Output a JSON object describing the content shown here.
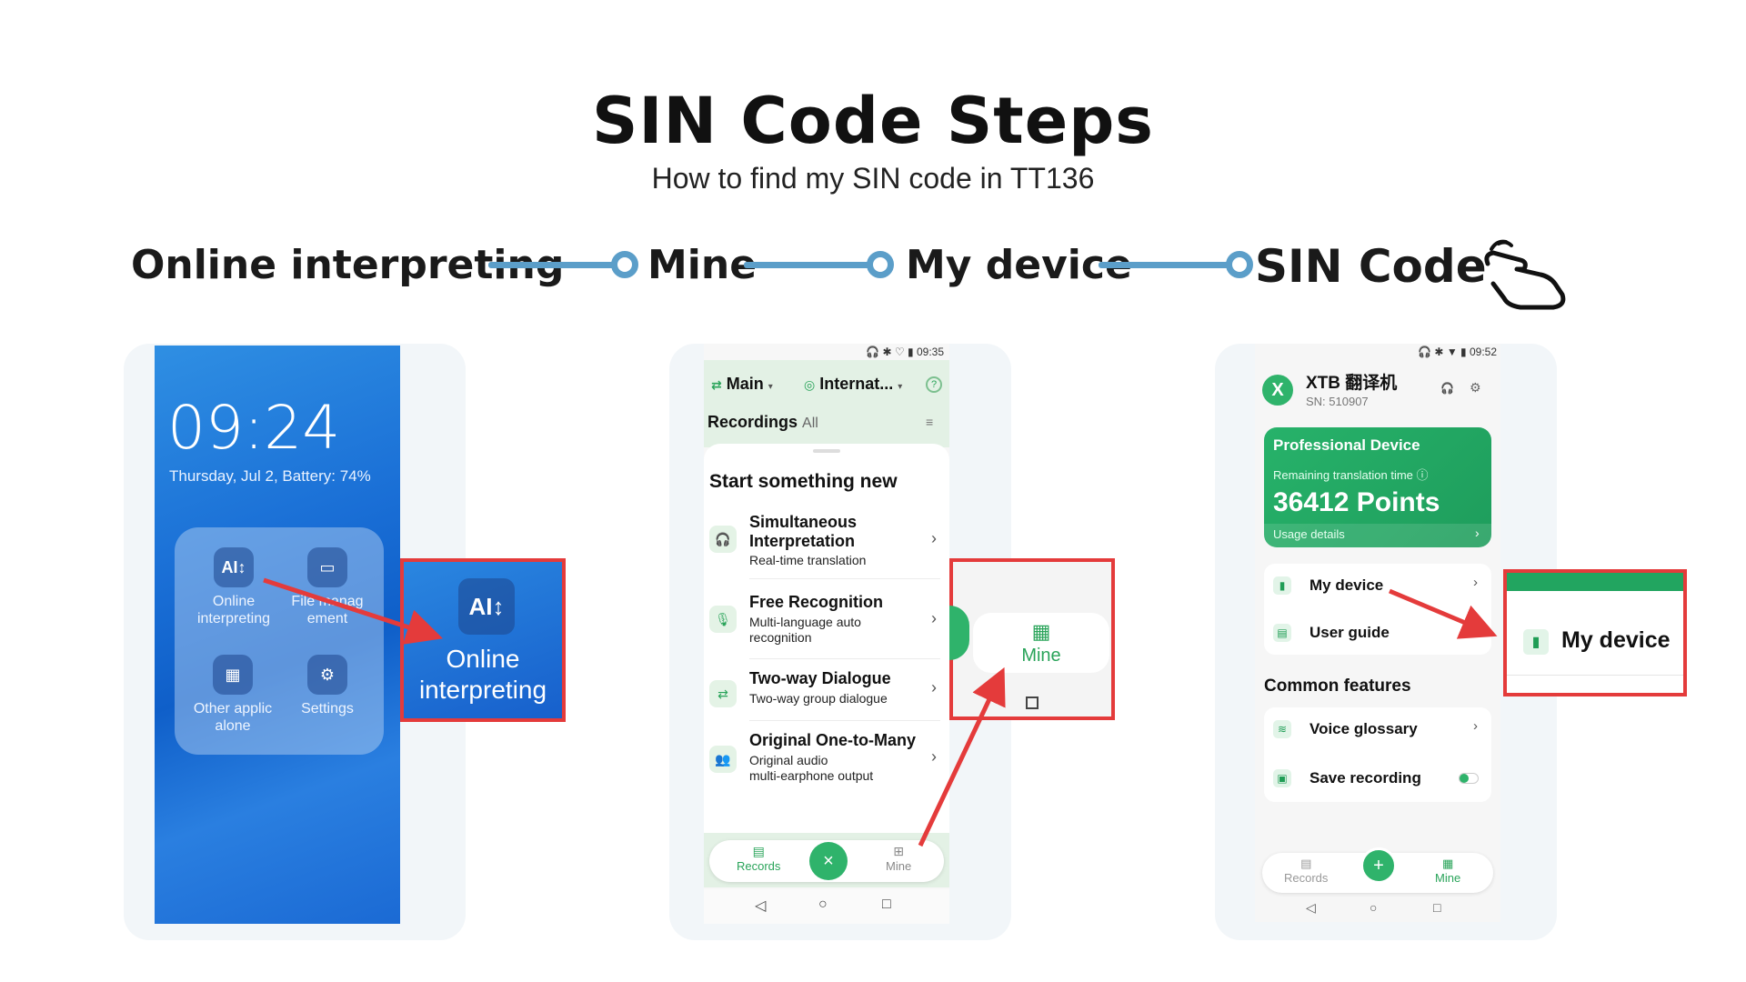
{
  "header": {
    "title": "SIN Code Steps",
    "subtitle": "How to find my SIN code in TT136"
  },
  "steps": [
    "Online interpreting",
    "Mine",
    "My device",
    "SIN Code"
  ],
  "colors": {
    "line": "#5b9ec9",
    "highlight": "#e43b3b",
    "brand": "#2fb36b"
  },
  "screen1": {
    "time": "09:24",
    "date": "Thursday, Jul 2, Battery: 74%",
    "apps": [
      {
        "icon": "AI↕",
        "label": "Online\ninterpreting"
      },
      {
        "icon": "▭",
        "label": "File manag\nement"
      },
      {
        "icon": "▦",
        "label": "Other applic\nalone"
      },
      {
        "icon": "⚙",
        "label": "Settings"
      }
    ],
    "zoom_icon": "AI↕",
    "zoom_label": "Online\ninterpreting"
  },
  "screen2": {
    "status_time": "09:35",
    "main_pill": "Main",
    "mode_pill": "Internat...",
    "recordings_label": "Recordings",
    "recordings_filter": "All",
    "sheet_title": "Start something new",
    "items": [
      {
        "title": "Simultaneous\nInterpretation",
        "sub": "Real-time translation",
        "icon": "headphones-icon"
      },
      {
        "title": "Free Recognition",
        "sub": "Multi-language auto\nrecognition",
        "icon": "mic-icon"
      },
      {
        "title": "Two-way Dialogue",
        "sub": "Two-way group dialogue",
        "icon": "swap-icon"
      },
      {
        "title": "Original One-to-Many",
        "sub": "Original audio\nmulti-earphone output",
        "icon": "people-icon"
      }
    ],
    "nav": {
      "records": "Records",
      "close": "×",
      "mine": "Mine"
    },
    "zoom_label": "Mine"
  },
  "screen3": {
    "status_time": "09:52",
    "avatar": "X",
    "device_name": "XTB 翻译机",
    "sn": "SN: 510907",
    "card_title": "Professional Device",
    "card_sub": "Remaining translation time",
    "points": "36412 Points",
    "usage": "Usage details",
    "menu": [
      {
        "label": "My device",
        "icon": "device-icon"
      },
      {
        "label": "User guide",
        "icon": "guide-icon"
      }
    ],
    "common_title": "Common features",
    "common": [
      {
        "label": "Voice glossary",
        "icon": "glossary-icon"
      },
      {
        "label": "Save recording",
        "icon": "save-icon"
      }
    ],
    "nav": {
      "records": "Records",
      "add": "+",
      "mine": "Mine"
    },
    "zoom_label": "My device"
  }
}
